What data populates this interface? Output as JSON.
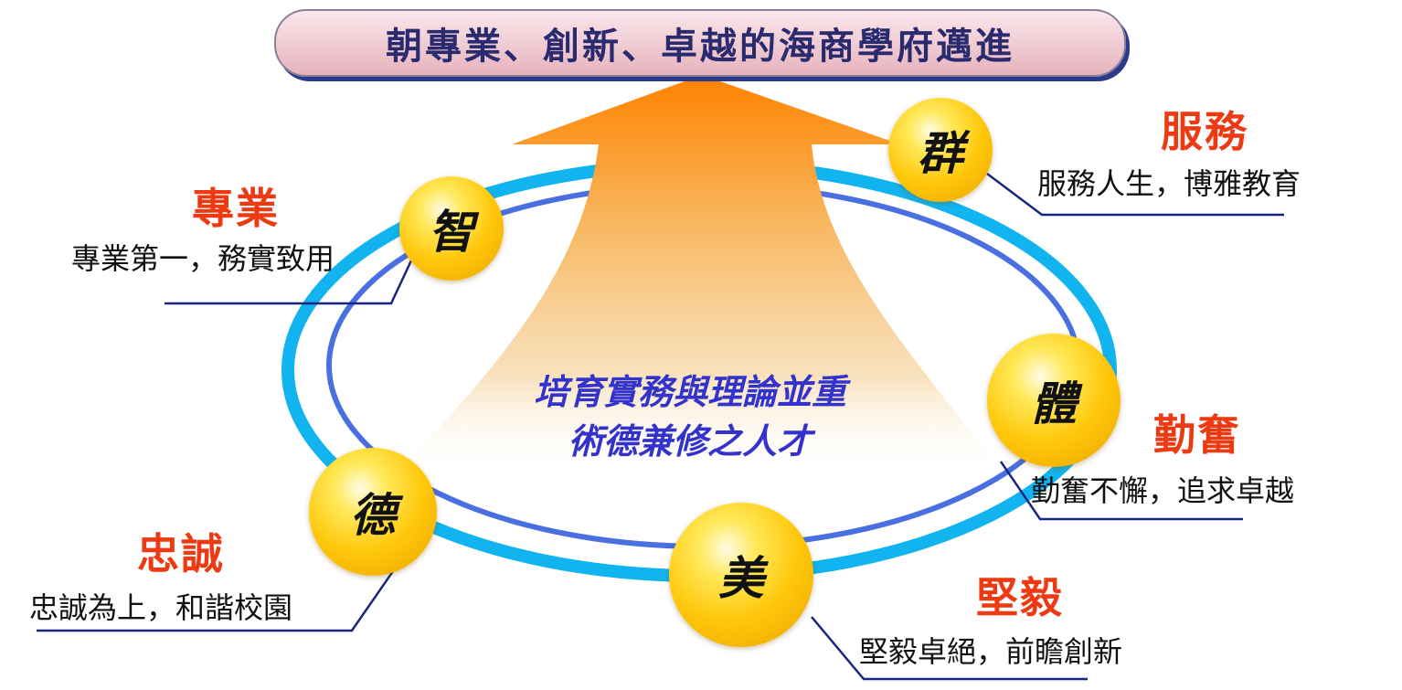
{
  "banner": {
    "title": "朝專業、創新、卓越的海商學府邁進"
  },
  "center": {
    "line1": "培育實務與理論並重",
    "line2": "術德兼修之人才"
  },
  "virtues": {
    "zhi": "智",
    "qun": "群",
    "ti": "體",
    "de": "德",
    "mei": "美"
  },
  "pillars": {
    "professional": {
      "heading": "專業",
      "motto": "專業第一，務實致用"
    },
    "service": {
      "heading": "服務",
      "motto": "服務人生，博雅教育"
    },
    "diligence": {
      "heading": "勤奮",
      "motto": "勤奮不懈，追求卓越"
    },
    "loyalty": {
      "heading": "忠誠",
      "motto": "忠誠為上，和諧校園"
    },
    "perseverance": {
      "heading": "堅毅",
      "motto": "堅毅卓絕，前瞻創新"
    }
  },
  "colors": {
    "heading": "#ee3a12",
    "center_text": "#3333cc",
    "ring_outer": "#11b4ee",
    "ring_inner": "#4a6fe0",
    "arrow": "#ff8a00",
    "connector": "#1a2580"
  }
}
